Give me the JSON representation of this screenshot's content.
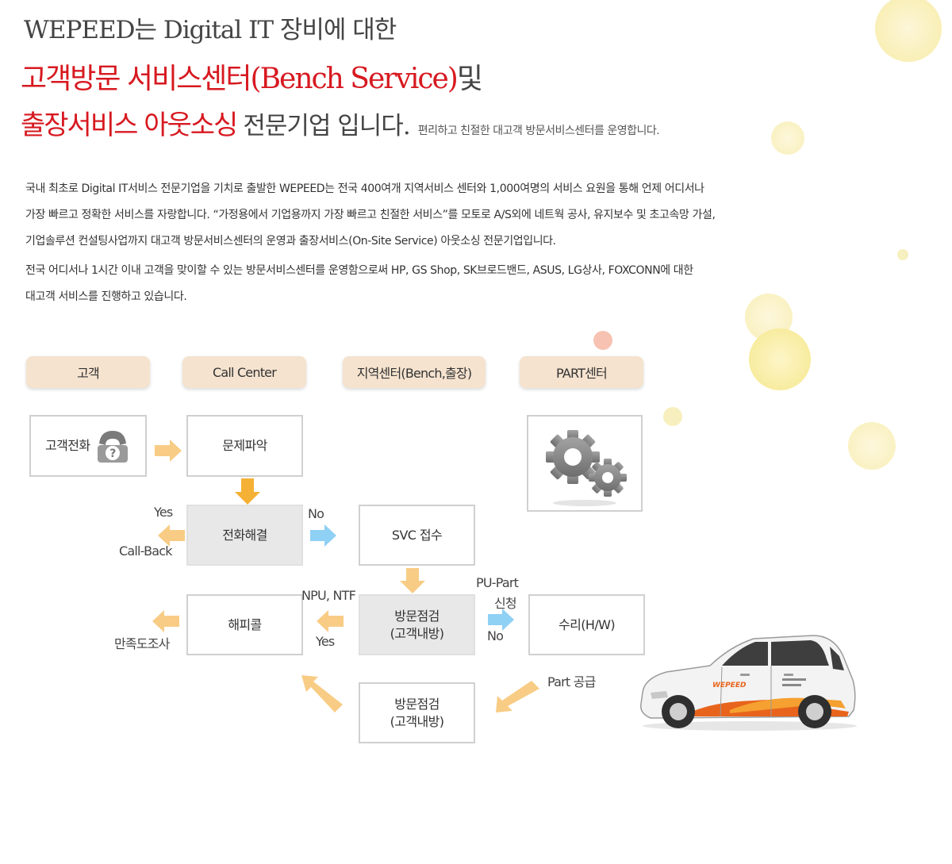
{
  "heading": {
    "line1": "WEPEED는 Digital IT 장비에 대한",
    "line2_red": "고객방문 서비스센터(Bench Service)",
    "line2_dark": "및",
    "line3_red": "출장서비스 아웃소싱",
    "line3_dark": "전문기업 입니다.",
    "line3_small": "편리하고 친절한 대고객 방문서비스센터를 운영합니다."
  },
  "intro": {
    "p1_line1": "국내 최초로 Digital IT서비스 전문기업을 기치로 출발한 WEPEED는 전국 400여개 지역서비스 센터와 1,000여명의 서비스 요원을 통해 언제 어디서나",
    "p1_line2": "가장 빠르고 정확한 서비스를 자랑합니다. “가정용에서 기업용까지 가장 빠르고 친절한 서비스”를 모토로 A/S외에 네트웍 공사, 유지보수 및 초고속망 가설,",
    "p1_line3": "기업솔루션 컨설팅사업까지 대고객 방문서비스센터의 운영과 출장서비스(On-Site Service) 아웃소싱 전문기업입니다.",
    "p2_line1": "전국 어디서나 1시간 이내 고객을 맞이할 수 있는 방문서비스센터를 운영함으로써 HP, GS Shop, SK브로드밴드, ASUS, LG상사, FOXCONN에 대한",
    "p2_line2": "대고객 서비스를 진행하고 있습니다."
  },
  "columns": {
    "customer": "고객",
    "call_center": "Call Center",
    "region_center": "지역센터(Bench,출장)",
    "part_center": "PART센터"
  },
  "nodes": {
    "customer_call": "고객전화",
    "problem_analysis": "문제파악",
    "phone_resolve": "전화해결",
    "svc_receipt": "SVC 접수",
    "happy_call": "해피콜",
    "visit_check1_line1": "방문점검",
    "visit_check1_line2": "(고객내방)",
    "repair": "수리(H/W)",
    "visit_check2_line1": "방문점검",
    "visit_check2_line2": "(고객내방)"
  },
  "labels": {
    "yes1": "Yes",
    "callback": "Call-Back",
    "no1": "No",
    "npu_ntf": "NPU, NTF",
    "yes2": "Yes",
    "pu_part": "PU-Part",
    "request": "신청",
    "no2": "No",
    "satisfaction": "만족도조사",
    "part_supply": "Part 공급"
  },
  "car": {
    "brand": "WEPEED"
  },
  "colors": {
    "accent_red": "#d71920",
    "arrow_orange": "#f8cc85",
    "arrow_orange_dark": "#f5b135",
    "arrow_blue": "#8fd0f5",
    "header_bg": "#f5e3cf"
  },
  "icons": {
    "phone": "phone-question-icon",
    "gear": "gear-icon"
  }
}
